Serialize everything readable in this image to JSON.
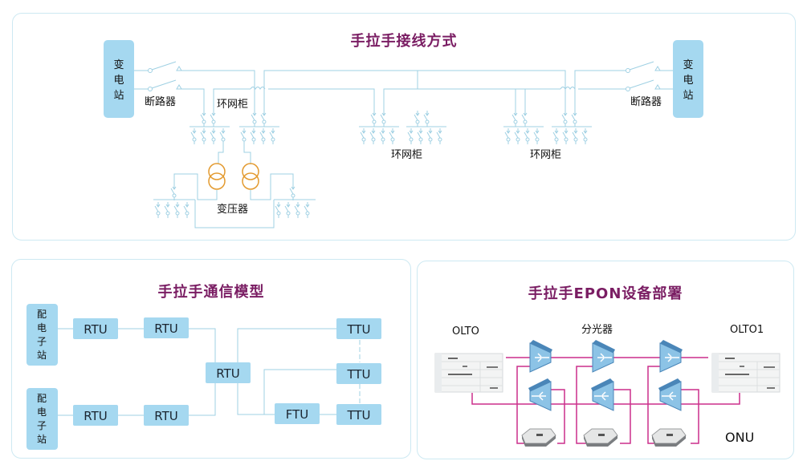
{
  "panels": {
    "wiring": {
      "title": "手拉手接线方式",
      "substation_left": [
        "变",
        "电",
        "站"
      ],
      "substation_right": [
        "变",
        "电",
        "站"
      ],
      "breaker_left": "断路器",
      "breaker_right": "断路器",
      "ring_unit_1": "环网柜",
      "ring_unit_2": "环网柜",
      "ring_unit_3": "环网柜",
      "transformer": "变压器"
    },
    "comm": {
      "title": "手拉手通信模型",
      "substation_top": [
        "配",
        "电",
        "子",
        "站"
      ],
      "substation_bottom": [
        "配",
        "电",
        "子",
        "站"
      ],
      "rtu_top_1": "RTU",
      "rtu_top_2": "RTU",
      "rtu_center": "RTU",
      "rtu_bottom_1": "RTU",
      "rtu_bottom_2": "RTU",
      "ttu_1": "TTU",
      "ttu_2": "TTU",
      "ttu_3": "TTU",
      "ftu": "FTU"
    },
    "epon": {
      "title": "手拉手EPON设备部署",
      "olt_left": "OLTO",
      "olt_right": "OLTO1",
      "splitter": "分光器",
      "onu": "ONU"
    }
  },
  "colors": {
    "title": "#7a1d63",
    "box_fill": "#a5d8f0",
    "line": "#9fd0e3",
    "transformer": "#e39a2f",
    "fiber": "#cc2f8c",
    "splitter": "#5f9fc9",
    "panel_border": "#cde9f2"
  }
}
